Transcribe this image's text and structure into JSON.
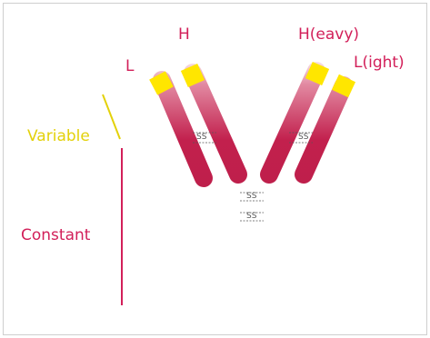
{
  "labels": {
    "light_left": "L",
    "heavy_left": "H",
    "heavy_right": "H(eavy)",
    "light_right": "L(ight)",
    "variable": "Variable",
    "constant": "Constant",
    "disulfide": "SS"
  },
  "colors": {
    "chain": "#c2204d",
    "chain_highlight": "#ffffff",
    "variable_region": "#ffe600",
    "label_pink": "#d21f59",
    "label_yellow": "#e3d10a",
    "bond": "#555555"
  }
}
